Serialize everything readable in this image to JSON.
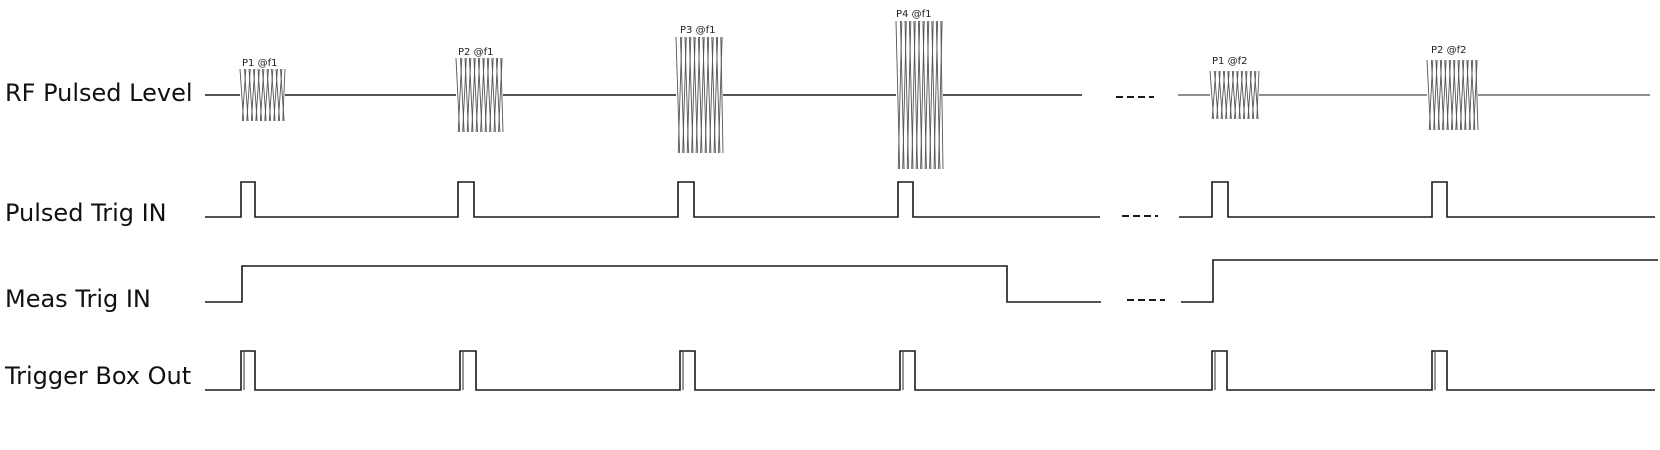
{
  "signals": {
    "rf": "RF Pulsed Level",
    "pulsed_trig": "Pulsed Trig IN",
    "meas_trig": "Meas Trig IN",
    "trigger_box": "Trigger Box Out"
  },
  "pulses": [
    "P1 @f1",
    "P2 @f1",
    "P3 @f1",
    "P4 @f1",
    "P1 @f2",
    "P2 @f2"
  ]
}
